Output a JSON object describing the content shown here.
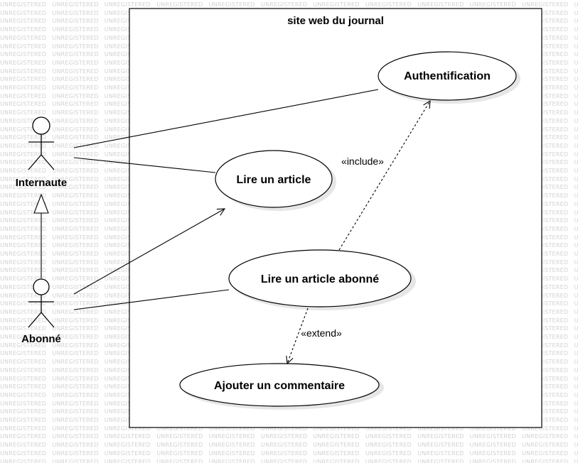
{
  "watermark": {
    "text": "UNREGISTERED"
  },
  "system": {
    "title": "site web du journal"
  },
  "actors": {
    "internaute": {
      "label": "Internaute"
    },
    "abonne": {
      "label": "Abonné"
    }
  },
  "use_cases": {
    "authentification": {
      "label": "Authentification"
    },
    "lire_article": {
      "label": "Lire un article"
    },
    "lire_article_abonne": {
      "label": "Lire un article abonné"
    },
    "ajouter_commentaire": {
      "label": "Ajouter un commentaire"
    }
  },
  "relations": {
    "include_label": "«include»",
    "extend_label": "«extend»"
  }
}
